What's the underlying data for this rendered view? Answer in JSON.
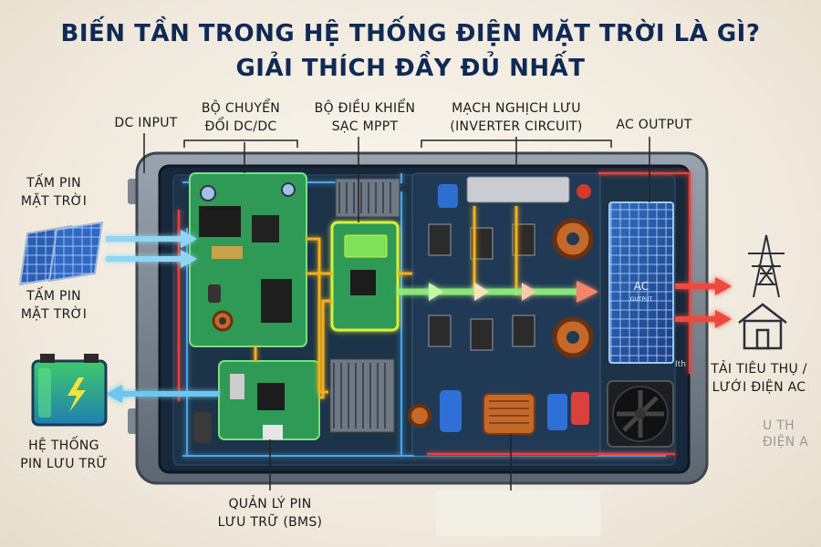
{
  "title": {
    "line1": "BIẾN TẦN TRONG HỆ THỐNG ĐIỆN MẶT TRỜI LÀ GÌ?",
    "line2": "GIẢI THÍCH ĐẦY ĐỦ NHẤT"
  },
  "labels": {
    "dc_input": "DC INPUT",
    "dcdc_line1": "BỘ CHUYỂN",
    "dcdc_line2": "ĐỔI DC/DC",
    "mppt_line1": "BỘ ĐIỀU KHIỂN",
    "mppt_line2": "SẠC MPPT",
    "inv_line1": "MẠCH NGHỊCH LƯU",
    "inv_line2": "(INVERTER CIRCUIT)",
    "ac_output": "AC OUTPUT",
    "pv1_line1": "TẤM PIN",
    "pv1_line2": "MẶT TRỜI",
    "pv2_line1": "TẤM PIN",
    "pv2_line2": "MẶT TRỜI",
    "batt_line1": "HỆ THỐNG",
    "batt_line2": "PIN LƯU TRỮ",
    "bms_line1": "QUẢN LÝ PIN",
    "bms_line2": "LƯU TRỮ (BMS)",
    "load_line1": "TẢI TIÊU THỤ /",
    "load_line2": "LƯỚI ĐIỆN AC",
    "faded_line1": "U TH",
    "faded_line2": "ĐIỆN A",
    "ac_panel_main": "AC",
    "ac_panel_sub": "OUTPUT",
    "case_mark": "Ith"
  },
  "colors": {
    "title": "#0f2a55",
    "pcb": "#2e9a55",
    "dc_flow": "#f2b01e",
    "mppt_glow": "#d6f03a",
    "ac_flow": "#e8403a",
    "input_arrow": "#8fd6f5",
    "battery_arrow": "#6cc6f0"
  }
}
